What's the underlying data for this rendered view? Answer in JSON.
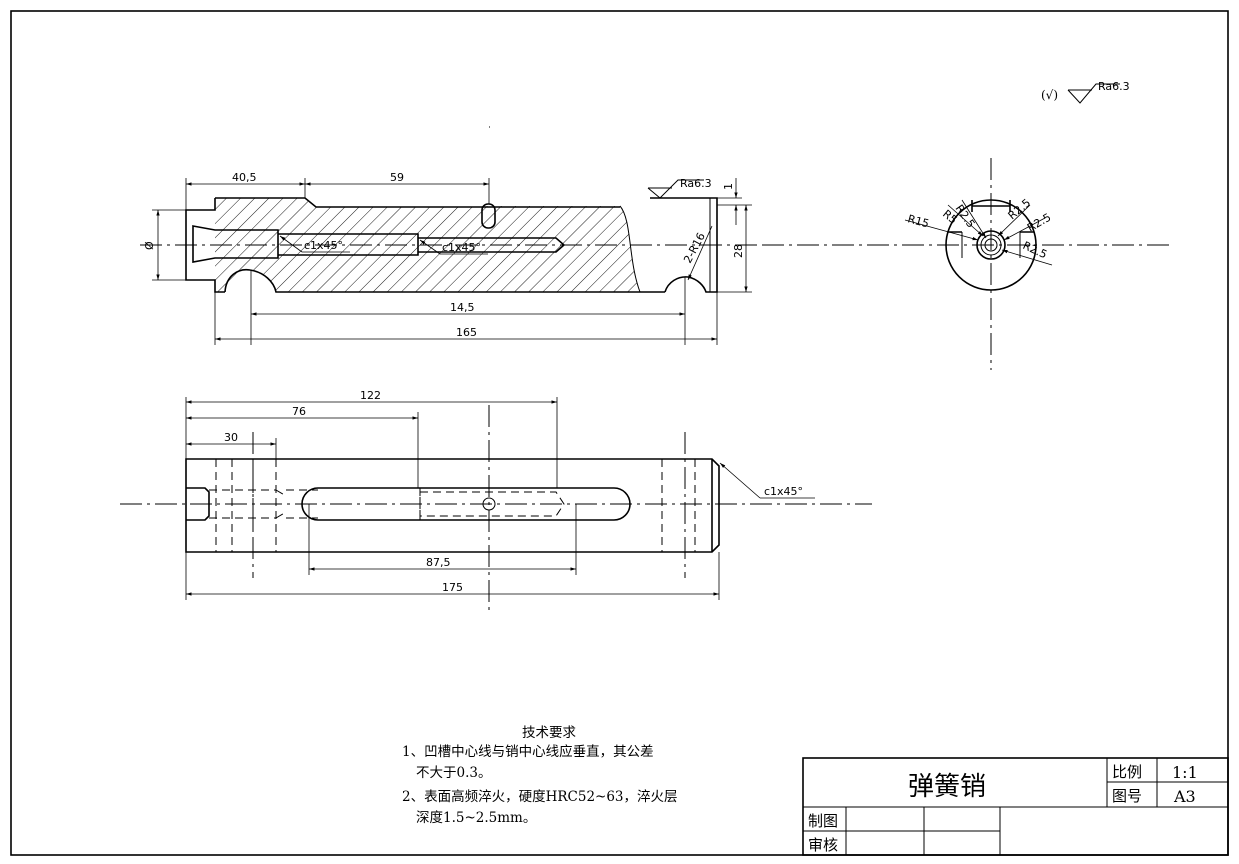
{
  "part_name": "弹簧销",
  "title_block": {
    "scale_label": "比例",
    "scale_value": "1:1",
    "drawing_no_label": "图号",
    "drawing_no_value": "A3",
    "drawn_label": "制图",
    "checked_label": "审核"
  },
  "notes": {
    "heading": "技术要求",
    "lines": [
      "1、凹槽中心线与销中心线应垂直，其公差",
      "不大于0.3。",
      "2、表面高频淬火，硬度HRC52~63，淬火层",
      "深度1.5~2.5mm。"
    ]
  },
  "roughness_symbol": {
    "prefix": "(√)",
    "value": "Ra6.3"
  },
  "section_view": {
    "dims": {
      "d40_5": "40,5",
      "d59": "59",
      "d14_5": "14,5",
      "d165": "165",
      "d28": "28",
      "d1": "1",
      "dleft": "Ø",
      "chamfer1": "c1x45°",
      "chamfer2": "c1x45°",
      "roughness": "Ra6.3",
      "r_right": "2-R16"
    }
  },
  "end_view": {
    "radii": [
      "R15",
      "R5",
      "R2.5",
      "R2.5",
      "R2.5",
      "R2.5"
    ]
  },
  "plan_view": {
    "dims": {
      "d122": "122",
      "d76": "76",
      "d30": "30",
      "d87_5": "87,5",
      "d175": "175",
      "chamfer": "c1x45°"
    }
  }
}
